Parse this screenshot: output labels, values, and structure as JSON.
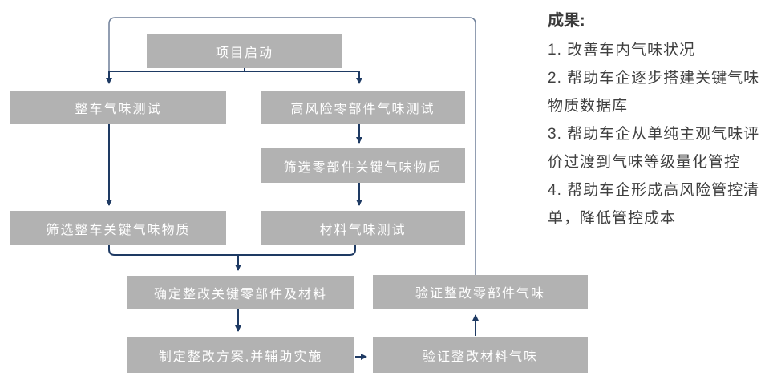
{
  "flow": {
    "nodes": [
      {
        "id": "start",
        "label": "项目启动"
      },
      {
        "id": "vehicle-odor-test",
        "label": "整车气味测试"
      },
      {
        "id": "high-risk-parts-odor-test",
        "label": "高风险零部件气味测试"
      },
      {
        "id": "screen-parts-key-odor-substances",
        "label": "筛选零部件关键气味物质"
      },
      {
        "id": "screen-vehicle-key-odor-substances",
        "label": "筛选整车关键气味物质"
      },
      {
        "id": "material-odor-test",
        "label": "材料气味测试"
      },
      {
        "id": "confirm-rectify-parts-materials",
        "label": "确定整改关键零部件及材料"
      },
      {
        "id": "verify-rectified-parts-odor",
        "label": "验证整改零部件气味"
      },
      {
        "id": "make-rectify-plan-assist",
        "label": "制定整改方案,并辅助实施"
      },
      {
        "id": "verify-rectified-material-odor",
        "label": "验证整改材料气味"
      }
    ],
    "colors": {
      "box_fill": "#b2b2b2",
      "box_text": "#ffffff",
      "arrow": "#1e3a63",
      "feedback_line": "#6e7f99"
    }
  },
  "results_panel": {
    "title": "成果:",
    "items": [
      "1. 改善车内气味状况",
      "2. 帮助车企逐步搭建关键气味物质数据库",
      "3. 帮助车企从单纯主观气味评价过渡到气味等级量化管控",
      "4. 帮助车企形成高风险管控清单，降低管控成本"
    ],
    "text_color": "#404040"
  }
}
